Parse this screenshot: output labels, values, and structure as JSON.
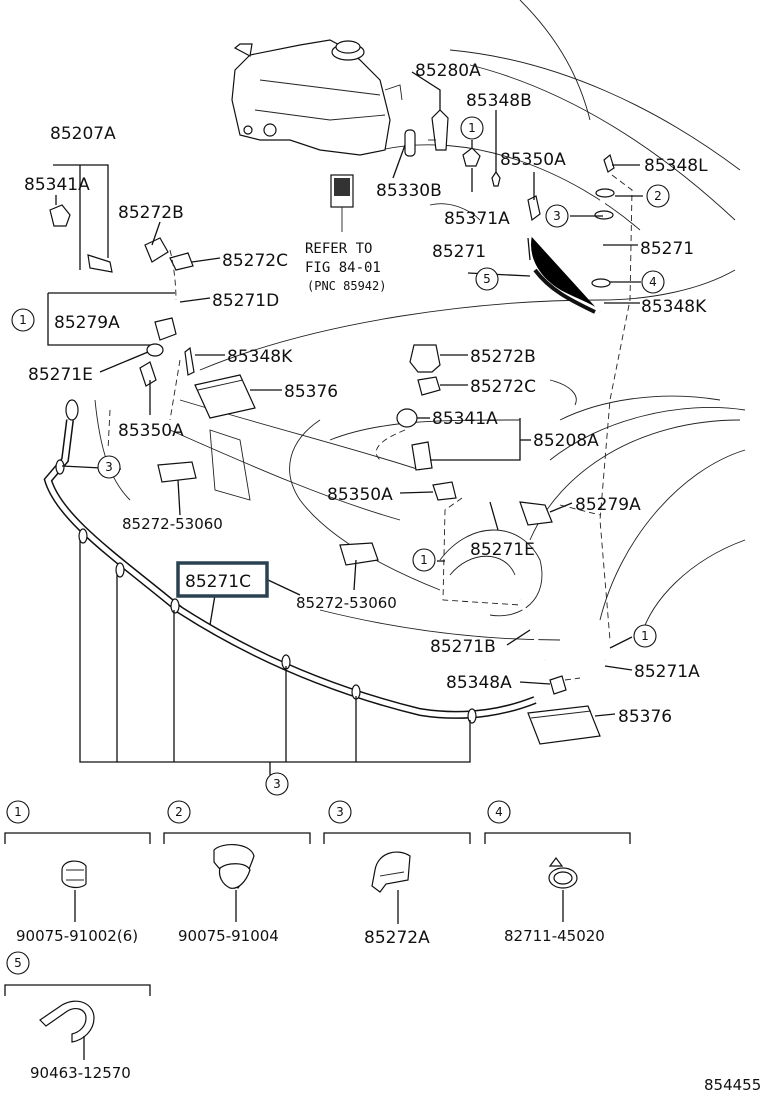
{
  "diagram": {
    "figure_code": "854455",
    "highlighted_part": "85271C",
    "reference_note": {
      "line1": "REFER TO",
      "line2": "FIG 84-01",
      "line3": "(PNC 85942)"
    },
    "callouts": {
      "c85280A": "85280A",
      "c85348B": "85348B",
      "c85207A": "85207A",
      "c85350A_top": "85350A",
      "c85341A_left": "85341A",
      "c85330B": "85330B",
      "c85348L": "85348L",
      "c85371A": "85371A",
      "c85272B_left": "85272B",
      "c85272C_left": "85272C",
      "c85271_left": "85271",
      "c85271_right": "85271",
      "c85271D": "85271D",
      "c85279A_left": "85279A",
      "c85348K_right": "85348K",
      "c85271E_left": "85271E",
      "c85348K_mid": "85348K",
      "c85272B_mid": "85272B",
      "c85376_mid": "85376",
      "c85272C_mid": "85272C",
      "c85350A_left": "85350A",
      "c85341A_mid": "85341A",
      "c85208A": "85208A",
      "c85350A_mid": "85350A",
      "c85279A_right": "85279A",
      "c85272_53060_left": "85272-53060",
      "c85271E_mid": "85271E",
      "c85272_53060_mid": "85272-53060",
      "c85271B": "85271B",
      "c85348A": "85348A",
      "c85271A": "85271A",
      "c85376_bottom": "85376"
    },
    "circle_numbers": {
      "n1_a": "1",
      "n1_b": "1",
      "n1_c": "1",
      "n1_d": "1",
      "n2_a": "2",
      "n3_a": "3",
      "n3_b": "3",
      "n3_c": "3",
      "n4_a": "4",
      "n5_a": "5"
    },
    "legend": [
      {
        "key": "1",
        "part": "90075-91002(6)"
      },
      {
        "key": "2",
        "part": "90075-91004"
      },
      {
        "key": "3",
        "part": "85272A"
      },
      {
        "key": "4",
        "part": "82711-45020"
      },
      {
        "key": "5",
        "part": "90463-12570"
      }
    ]
  }
}
